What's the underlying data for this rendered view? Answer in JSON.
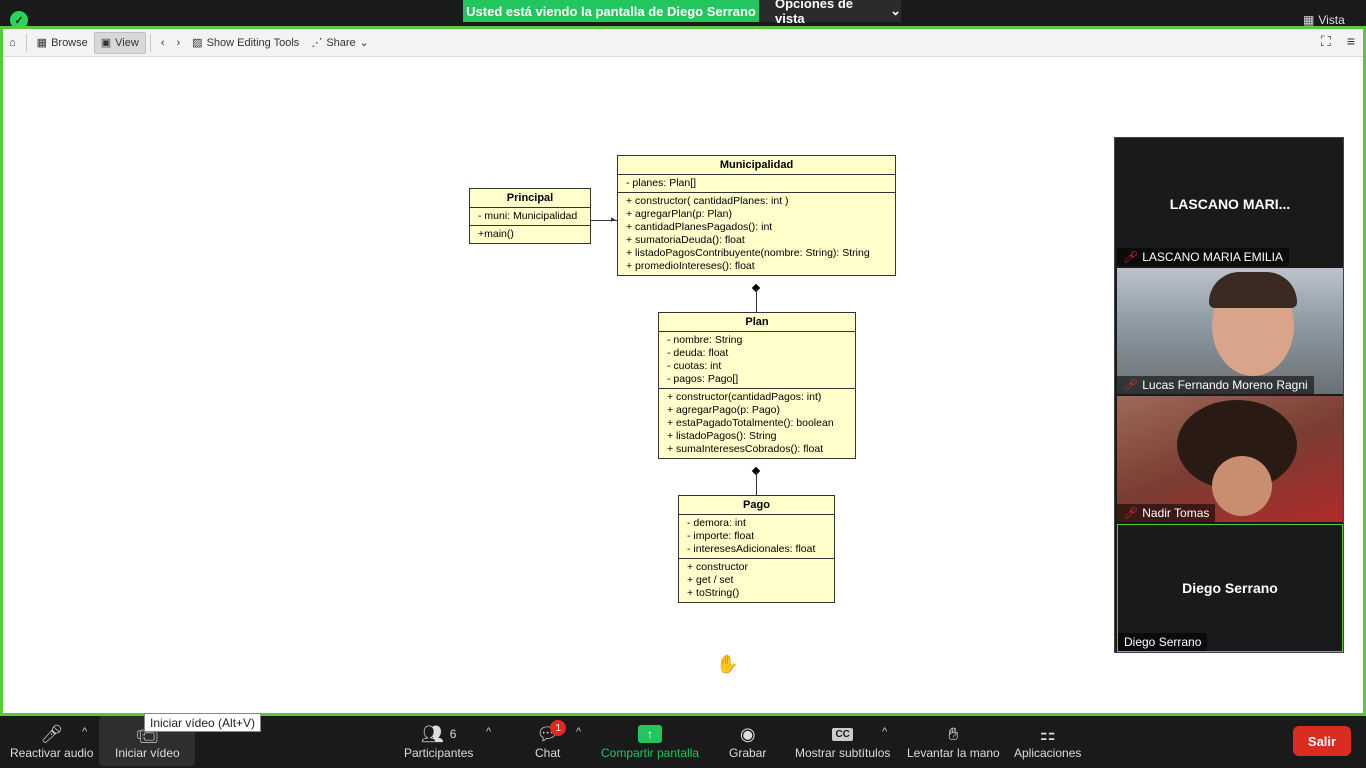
{
  "top": {
    "share_banner": "Usted está viendo la pantalla de Diego Serrano",
    "view_options": "Opciones de vista",
    "vista": "Vista"
  },
  "toolbar": {
    "browse": "Browse",
    "view": "View",
    "show_editing_tools": "Show Editing Tools",
    "share": "Share"
  },
  "diagram": {
    "principal": {
      "name": "Principal",
      "attributes": [
        "- muni: Municipalidad"
      ],
      "methods": [
        "+main()"
      ]
    },
    "municipalidad": {
      "name": "Municipalidad",
      "attributes": [
        "- planes: Plan[]"
      ],
      "methods": [
        "+ constructor( cantidadPlanes: int )",
        "+ agregarPlan(p: Plan)",
        "+ cantidadPlanesPagados(): int",
        "+ sumatoriaDeuda(): float",
        "+ listadoPagosContribuyente(nombre: String): String",
        "+ promedioIntereses(): float"
      ]
    },
    "plan": {
      "name": "Plan",
      "attributes": [
        "- nombre: String",
        "- deuda: float",
        "- cuotas: int",
        "- pagos: Pago[]"
      ],
      "methods": [
        "+ constructor(cantidadPagos: int)",
        "+ agregarPago(p: Pago)",
        "+ estaPagadoTotalmente(): boolean",
        "+ listadoPagos(): String",
        "+ sumaInteresesCobrados(): float"
      ]
    },
    "pago": {
      "name": "Pago",
      "attributes": [
        "- demora: int",
        "- importe: float",
        "- interesesAdicionales: float"
      ],
      "methods": [
        "+ constructor",
        "+ get / set",
        "+ toString()"
      ]
    }
  },
  "participants": {
    "p1_big": "LASCANO MARI...",
    "p1_label": "LASCANO MARIA EMILIA",
    "p2_label": "Lucas Fernando Moreno Ragni",
    "p3_label": "Nadir Tomas",
    "p4_big": "Diego Serrano",
    "p4_label": "Diego Serrano"
  },
  "bottom": {
    "audio": "Reactivar audio",
    "video": "Iniciar vídeo",
    "participants": "Participantes",
    "participants_count": "6",
    "chat": "Chat",
    "chat_badge": "1",
    "share": "Compartir pantalla",
    "record": "Grabar",
    "captions": "Mostrar subtítulos",
    "hand": "Levantar la mano",
    "apps": "Aplicaciones",
    "leave": "Salir",
    "tooltip": "Iniciar vídeo (Alt+V)"
  },
  "colors": {
    "accent_green": "#22c55e",
    "frame_green": "#5ac83c",
    "leave_red": "#d92d20",
    "uml_fill": "#ffffcc"
  }
}
